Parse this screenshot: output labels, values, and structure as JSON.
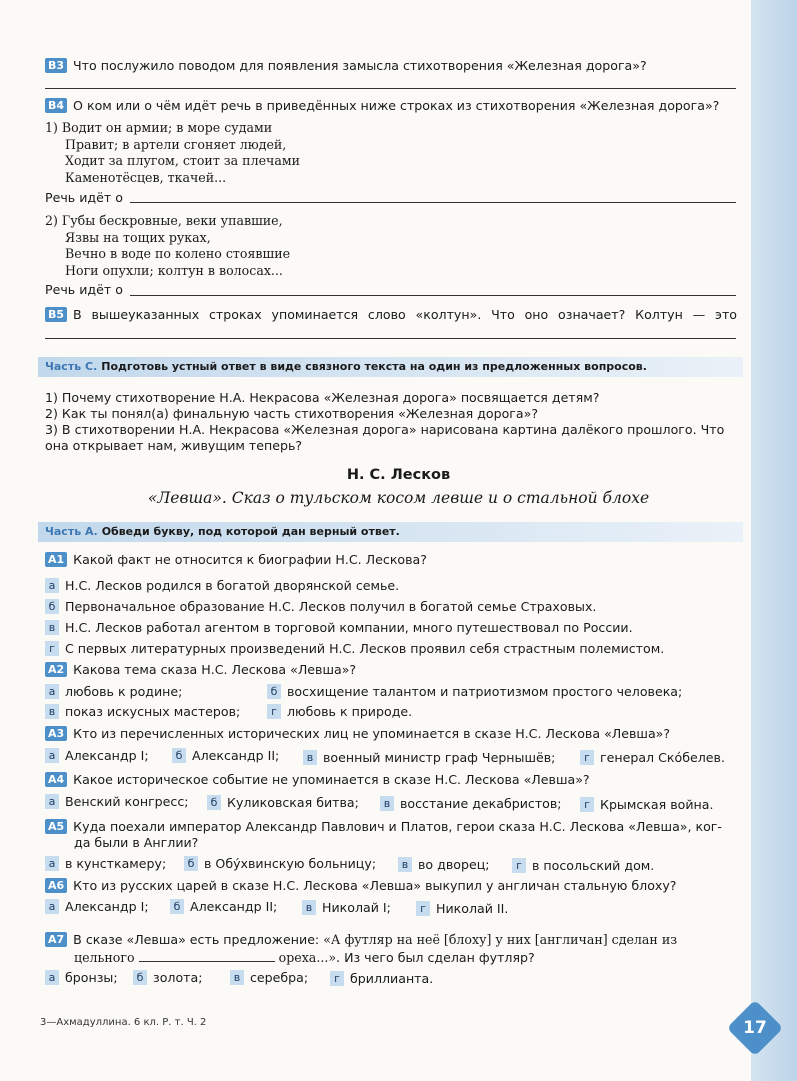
{
  "b3": {
    "badge": "В3",
    "text": "Что послужило поводом для появления замысла стихотворения «Железная дорога»?"
  },
  "b4": {
    "badge": "В4",
    "text": "О ком или о чём идёт речь в приведённых ниже строках из стихотворения «Железная дорога»?",
    "v1": [
      "1) Водит он армии; в море судами",
      "Правит; в артели сгоняет людей,",
      "Ходит за плугом, стоит за плечами",
      "Каменотёсцев, ткачей..."
    ],
    "answer1": "Речь идёт о",
    "v2": [
      "2) Губы бескровные, веки упавшие,",
      "Язвы на тощих руках,",
      "Вечно в воде по колено стоявшие",
      "Ноги опухли; колтун в волосах..."
    ],
    "answer2": "Речь идёт о"
  },
  "b5": {
    "badge": "В5",
    "text": "В вышеуказанных строках упоминается слово «колтун». Что оно означает? Колтун — это"
  },
  "partC": {
    "label": "Часть С.",
    "text": "Подготовь устный ответ в виде связного текста на один из предложенных вопросов.",
    "q1": "1) Почему стихотворение Н.А. Некрасова «Железная дорога» посвящается детям?",
    "q2": "2) Как ты понял(а) финальную часть стихотворения «Железная дорога»?",
    "q3a": "3) В стихотворении Н.А. Некрасова «Железная дорога» нарисована картина далёкого прошлого. Что",
    "q3b": "она открывает нам, живущим теперь?"
  },
  "author": "Н. С. Лесков",
  "work": "«Левша». Сказ о тульском косом левше и о стальной блохе",
  "partA": {
    "label": "Часть А.",
    "text": "Обведи букву, под которой дан верный ответ."
  },
  "a1": {
    "badge": "А1",
    "text": "Какой факт не относится к биографии Н.С. Лескова?",
    "a": "Н.С. Лесков родился в богатой дворянской семье.",
    "b": "Первоначальное образование Н.С. Лесков получил в богатой семье Страховых.",
    "c": "Н.С. Лесков работал агентом в торговой компании, много путешествовал по России.",
    "d": "С первых литературных произведений Н.С. Лесков проявил себя страстным полемистом."
  },
  "a2": {
    "badge": "А2",
    "text": "Какова тема сказа Н.С. Лескова «Левша»?",
    "a": "любовь к родине;",
    "b": "восхищение талантом и патриотизмом простого человека;",
    "c": "показ искусных мастеров;",
    "d": "любовь к природе."
  },
  "a3": {
    "badge": "А3",
    "text": "Кто из перечисленных исторических лиц не упоминается в сказе Н.С. Лескова «Левша»?",
    "a": "Александр I;",
    "b": "Александр II;",
    "c": "военный министр граф Чернышёв;",
    "d": "генерал Скóбелев."
  },
  "a4": {
    "badge": "А4",
    "text": "Какое историческое событие не упоминается в сказе Н.С. Лескова «Левша»?",
    "a": "Венский конгресс;",
    "b": "Куликовская битва;",
    "c": "восстание декабристов;",
    "d": "Крымская война."
  },
  "a5": {
    "badge": "А5",
    "text1": "Куда поехали император Александр Павлович и Платов, герои сказа Н.С. Лескова «Левша», ког-",
    "text2": "да были в Англии?",
    "a": "в кунсткамеру;",
    "b": "в Обýхвинскую больницу;",
    "c": "во дворец;",
    "d": "в посольский дом."
  },
  "a6": {
    "badge": "А6",
    "text": "Кто из русских царей в сказе Н.С. Лескова «Левша» выкупил у англичан стальную блоху?",
    "a": "Александр I;",
    "b": "Александр II;",
    "c": "Николай I;",
    "d": "Николай II."
  },
  "a7": {
    "badge": "А7",
    "text1": "В сказе «Левша» есть предложение:",
    "quote1": "«А футляр на неё [блоху] у них [англичан] сделан из",
    "quote2a": "цельного",
    "quote2b": "ореха...».",
    "text2": "Из чего был сделан футляр?",
    "a": "бронзы;",
    "b": "золота;",
    "c": "серебра;",
    "d": "бриллианта."
  },
  "letters": {
    "a": "а",
    "b": "б",
    "c": "в",
    "d": "г"
  },
  "footer": "3—Ахмадуллина. 6 кл. Р. т. Ч. 2",
  "page": "17"
}
